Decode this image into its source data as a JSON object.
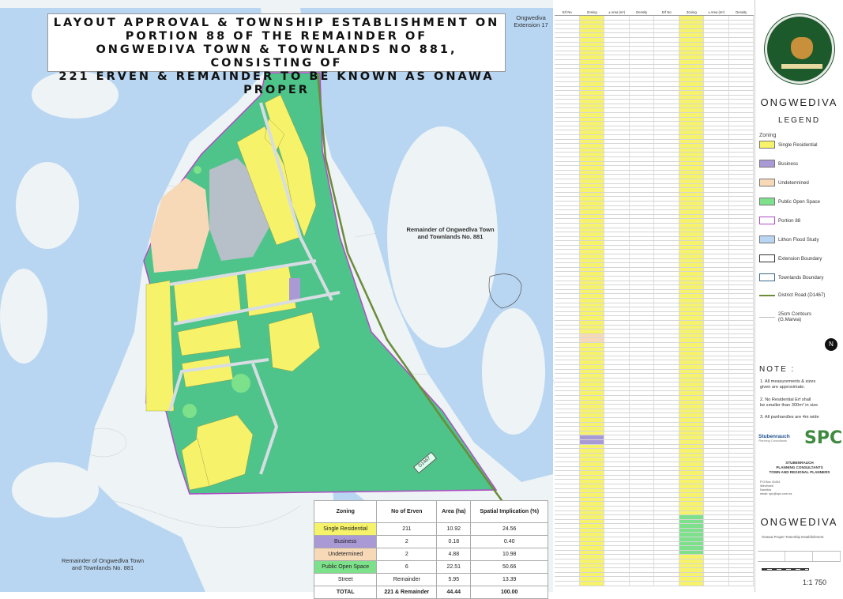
{
  "title": {
    "line1": "LAYOUT APPROVAL & TOWNSHIP ESTABLISHMENT ON",
    "line2": "PORTION 88 OF THE REMAINDER OF",
    "line3": "ONGWEDIVA TOWN & TOWNLANDS NO 881, CONSISTING OF",
    "line4": "221 ERVEN &  REMAINDER TO BE KNOWN AS ONAWA PROPER"
  },
  "map_labels": {
    "extension": "Ongwediva\nExtension 17",
    "remainder_east": "Remainder of Ongwedlva Town\nand Townlands No. 881",
    "remainder_west": "Remainder of Ongwedlva Town\nand Townlands No. 881",
    "road": "D1467"
  },
  "summary": {
    "headers": [
      "Zoning",
      "No of Erven",
      "Area (ha)",
      "Spatial Implication (%)"
    ],
    "rows": [
      {
        "zoning": "Single Residential",
        "erven": "211",
        "area": "10.92",
        "pct": "24.56",
        "color": "#f6f36a"
      },
      {
        "zoning": "Business",
        "erven": "2",
        "area": "0.18",
        "pct": "0.40",
        "color": "#a99ad6"
      },
      {
        "zoning": "Undetermined",
        "erven": "2",
        "area": "4.88",
        "pct": "10.98",
        "color": "#f7d9b8"
      },
      {
        "zoning": "Public Open Space",
        "erven": "6",
        "area": "22.51",
        "pct": "50.66",
        "color": "#7de08a"
      },
      {
        "zoning": "Street",
        "erven": "Remainder",
        "area": "5.95",
        "pct": "13.39",
        "color": "#ffffff"
      }
    ],
    "total": {
      "zoning": "TOTAL",
      "erven": "221 & Remainder",
      "area": "44.44",
      "pct": "100.00"
    }
  },
  "erf_table": {
    "headers": [
      "Erf No",
      "Zoning",
      "± Area (m²)",
      "Density",
      "Erf No",
      "Zoning",
      "± Area (m²)",
      "Density"
    ]
  },
  "side": {
    "name_top": "ONGWEDIVA",
    "legend_title": "LEGEND",
    "zoning_label": "Zoning",
    "legend": [
      {
        "label": "Single Residential",
        "color": "#f6f36a",
        "kind": "fill"
      },
      {
        "label": "Business",
        "color": "#a99ad6",
        "kind": "fill"
      },
      {
        "label": "Undetermined",
        "color": "#f7d9b8",
        "kind": "fill"
      },
      {
        "label": "Public Open Space",
        "color": "#7de08a",
        "kind": "fill"
      },
      {
        "label": "Portion 88",
        "color": "#b04cc4",
        "kind": "outline"
      },
      {
        "label": "Lithon Flood Study",
        "color": "#b8d6f2",
        "kind": "fill"
      },
      {
        "label": "Extension Boundary",
        "color": "#333333",
        "kind": "outline"
      },
      {
        "label": "Townlands Boundary",
        "color": "#3a6a8a",
        "kind": "outline"
      },
      {
        "label": "District Road (D1467)",
        "color": "#6b8c3a",
        "kind": "line"
      },
      {
        "label": "25cm Contours\n(G.Marwa)",
        "color": "#bbbbbb",
        "kind": "thin"
      }
    ],
    "note_title": "NOTE :",
    "notes": [
      "1.  All measurements & sizes\n     given are approximate.",
      "2.  No Residential Erf shall\n     be smaller than 300m² in size",
      "3.  All panhandles are 4m wide"
    ],
    "firm_name": "Stubenrauch",
    "firm_sub": "Planning Consultants",
    "firm_spc": "SPC",
    "firm_block": "STUBENRAUCH\nPLANNING CONSULTANTS\nTOWN AND REGIONAL PLANNERS",
    "firm_contact": "P.O.Box 41404\nWindhoek\nNamibia\nemail: spc@spc.com.na",
    "name_bottom": "ONGWEDIVA",
    "project": "Onawa Proper Township Establishment",
    "scale": "1:1 750",
    "north": "N",
    "colors": {
      "water": "#b8d6f2",
      "open_space": "#4ec48a",
      "residential": "#f6f36a",
      "boundary": "#b04cc4"
    }
  }
}
